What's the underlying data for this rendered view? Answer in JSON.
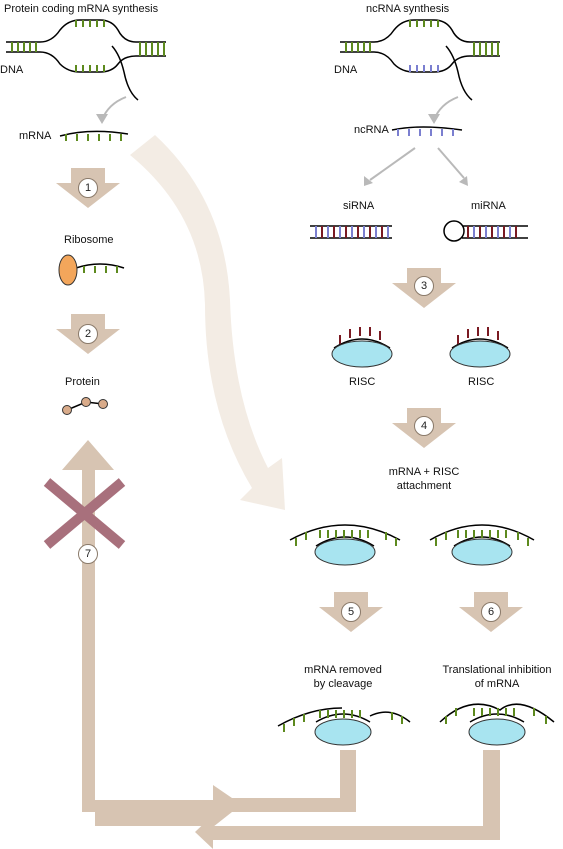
{
  "colors": {
    "arrow": "#d7c4b2",
    "arrow_light": "#f3ece4",
    "strand": "#000000",
    "mrna_base": "#5d8a1e",
    "ncrna_base": "#7b7fd0",
    "risc_base": "#7a1a22",
    "risc_body": "#a8e4f0",
    "ribosome": "#f3a65b",
    "cross": "#a8707c",
    "small_arrow": "#b9b9b9",
    "protein_bead": "#d9ab8a"
  },
  "left": {
    "title": "Protein coding mRNA synthesis",
    "dna_label": "DNA",
    "mrna_label": "mRNA",
    "ribosome_label": "Ribosome",
    "protein_label": "Protein"
  },
  "right": {
    "title": "ncRNA synthesis",
    "dna_label": "DNA",
    "ncrna_label": "ncRNA",
    "sirna_label": "siRNA",
    "mirna_label": "miRNA",
    "risc_label_left": "RISC",
    "risc_label_right": "RISC",
    "attach_label_line1": "mRNA + RISC",
    "attach_label_line2": "attachment",
    "cleavage_line1": "mRNA removed",
    "cleavage_line2": "by cleavage",
    "inhibition_line1": "Translational inhibition",
    "inhibition_line2": "of mRNA"
  },
  "steps": [
    "1",
    "2",
    "3",
    "4",
    "5",
    "6",
    "7"
  ]
}
